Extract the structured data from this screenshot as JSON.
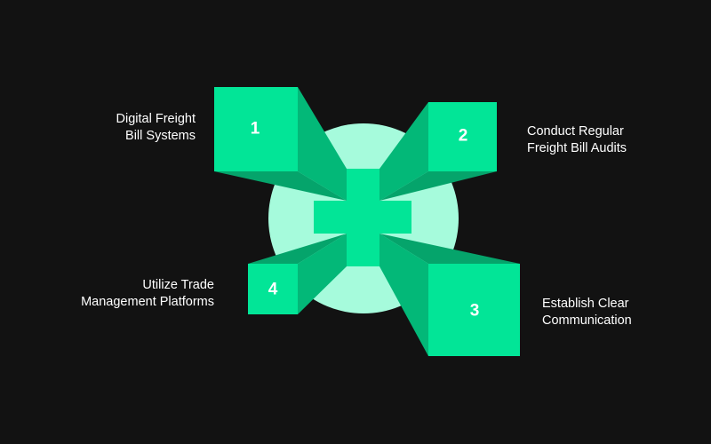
{
  "colors": {
    "background": "#121212",
    "circle": "#a6fbdc",
    "face": "#02e597",
    "side": "#03b878",
    "shade": "#05a46b",
    "text": "#ffffff"
  },
  "steps": [
    {
      "number": "1",
      "lines": [
        "Digital Freight",
        "Bill Systems"
      ]
    },
    {
      "number": "2",
      "lines": [
        "Conduct Regular",
        "Freight Bill Audits"
      ]
    },
    {
      "number": "3",
      "lines": [
        "Establish Clear",
        "Communication"
      ]
    },
    {
      "number": "4",
      "lines": [
        "Utilize Trade",
        "Management Platforms"
      ]
    }
  ]
}
